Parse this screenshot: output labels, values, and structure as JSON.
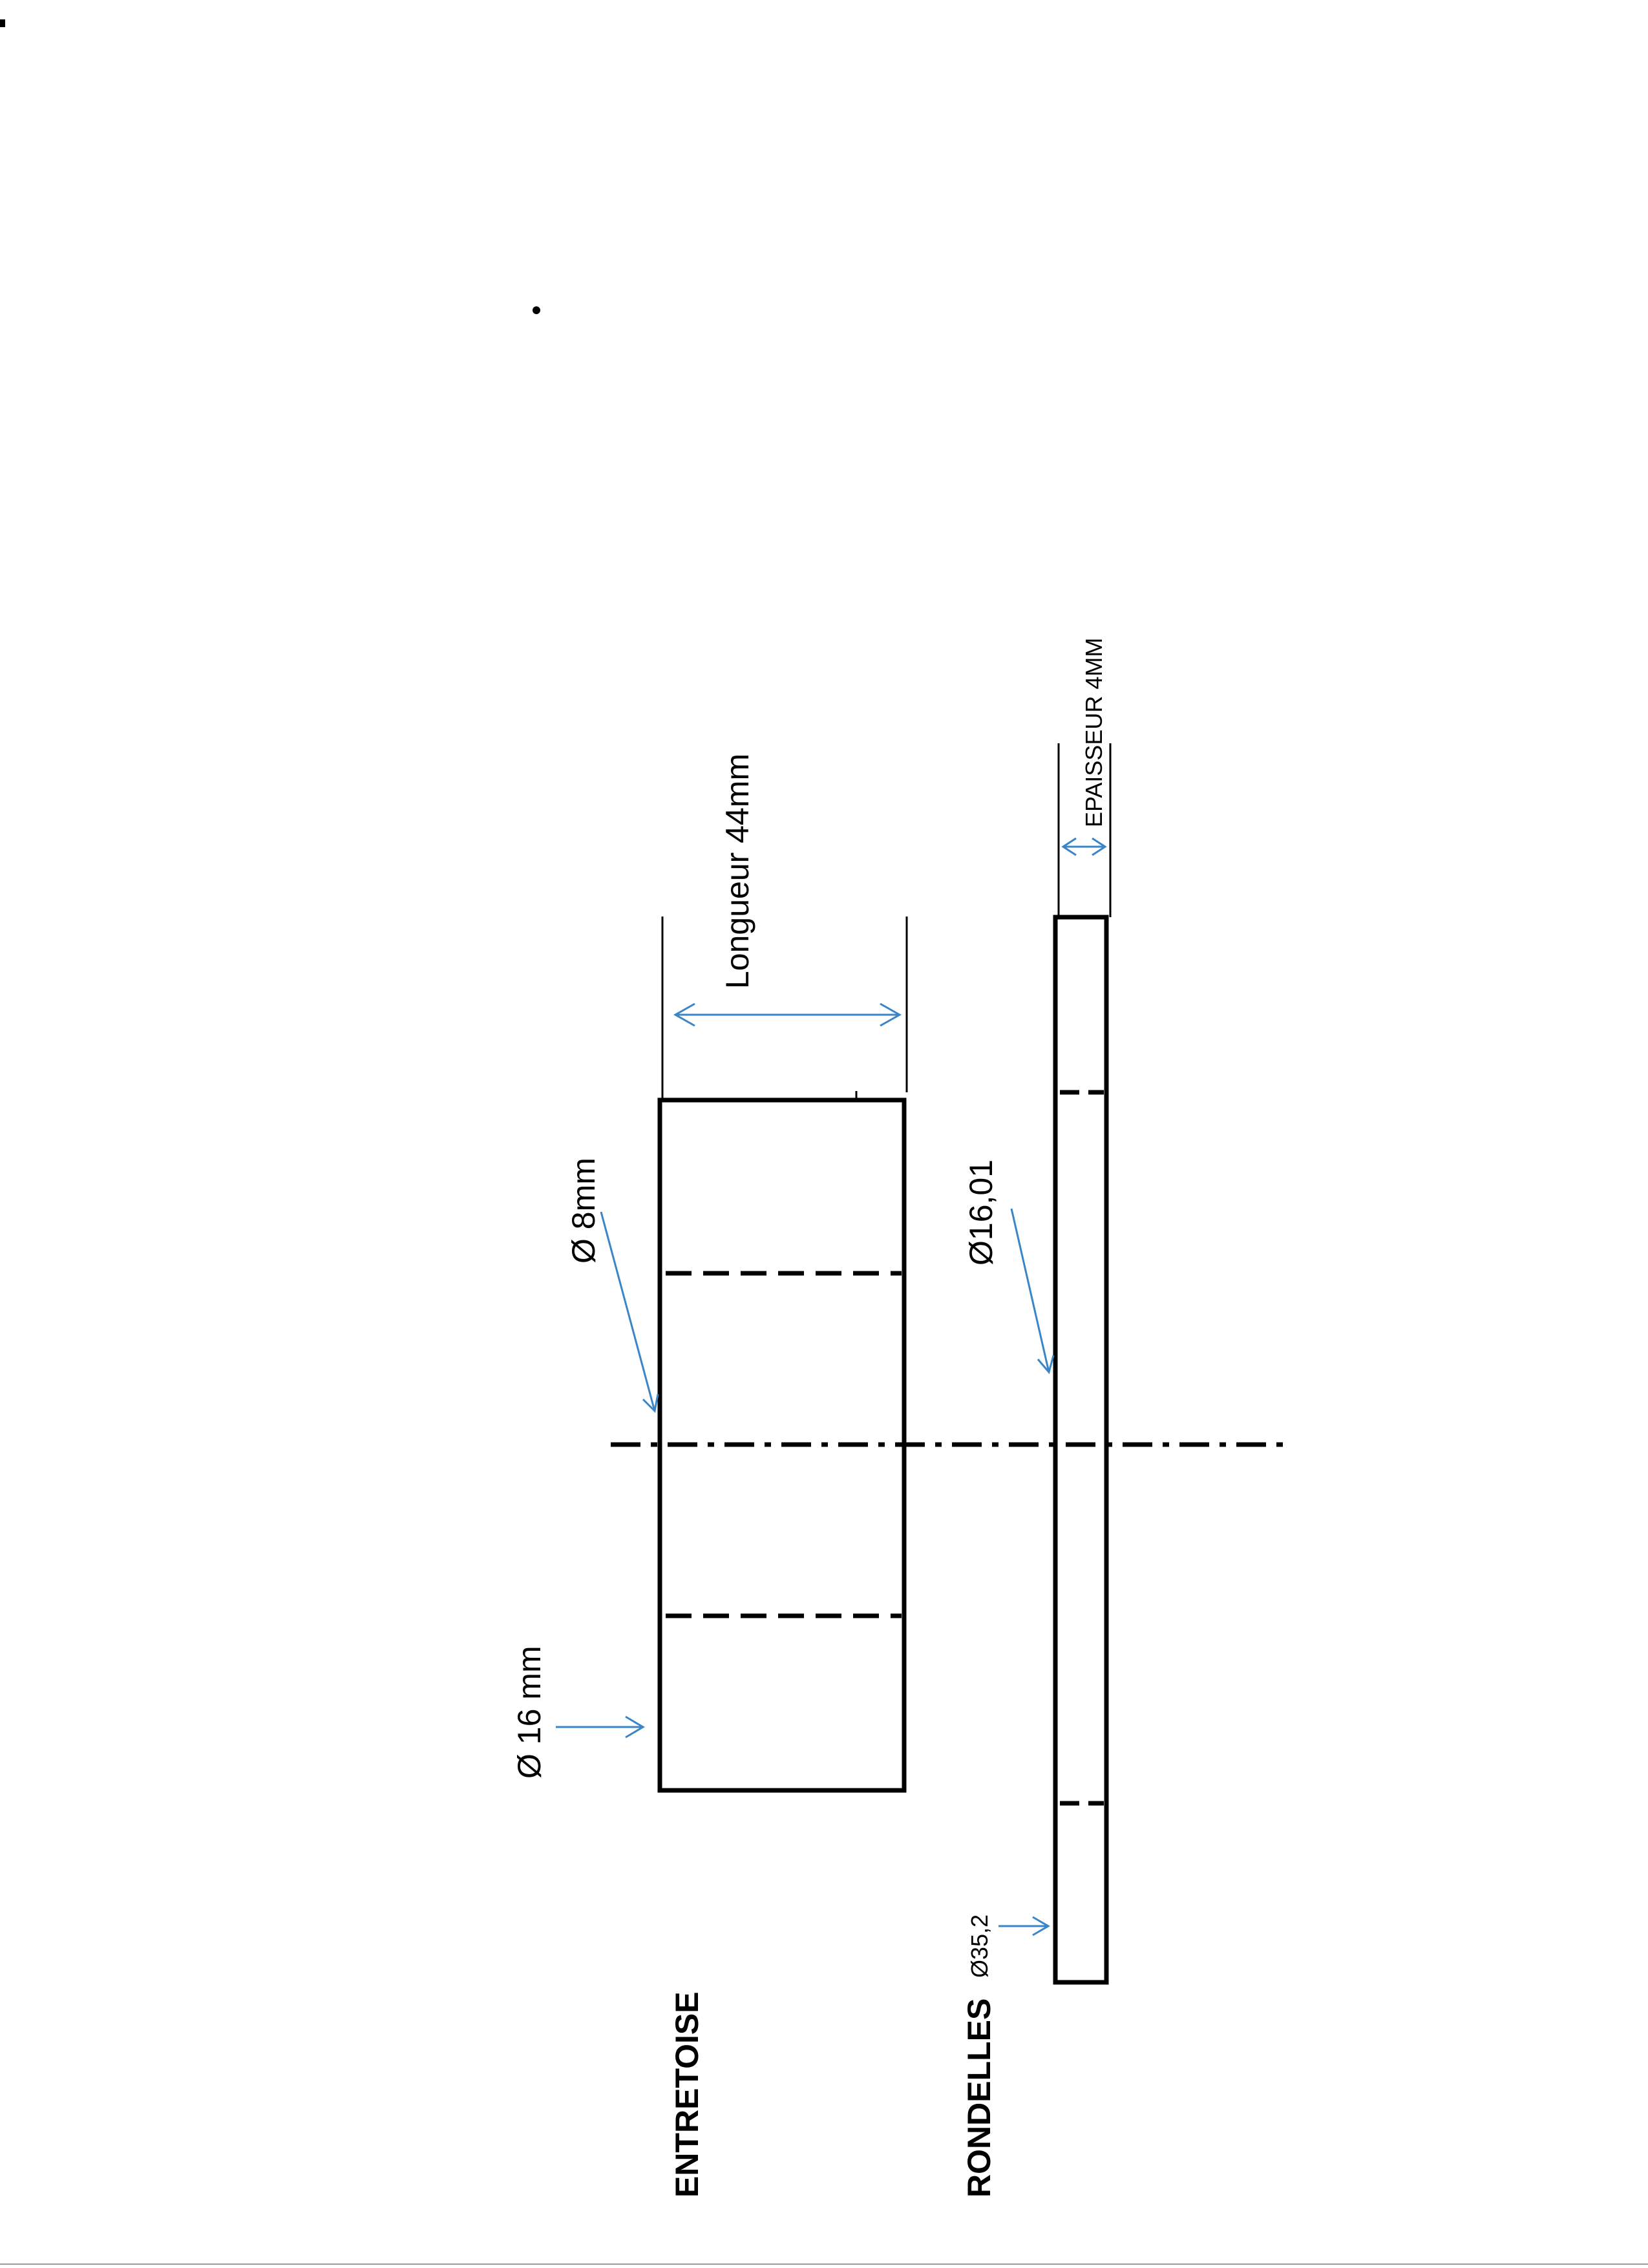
{
  "parts": {
    "spacer": {
      "label": "ENTRETOISE",
      "outer_diameter_label": "Ø 16 mm",
      "bore_diameter_label": "Ø 8mm",
      "length_label": "Longueur 44mm"
    },
    "washers": {
      "label": "RONDELLES",
      "outer_diameter_label": "Ø35,2",
      "bore_diameter_label": "Ø16,01",
      "thickness_label": "EPAISSEUR 4MM"
    }
  },
  "colors": {
    "outline": "#000000",
    "dimension_arrow": "#3a85c8"
  }
}
